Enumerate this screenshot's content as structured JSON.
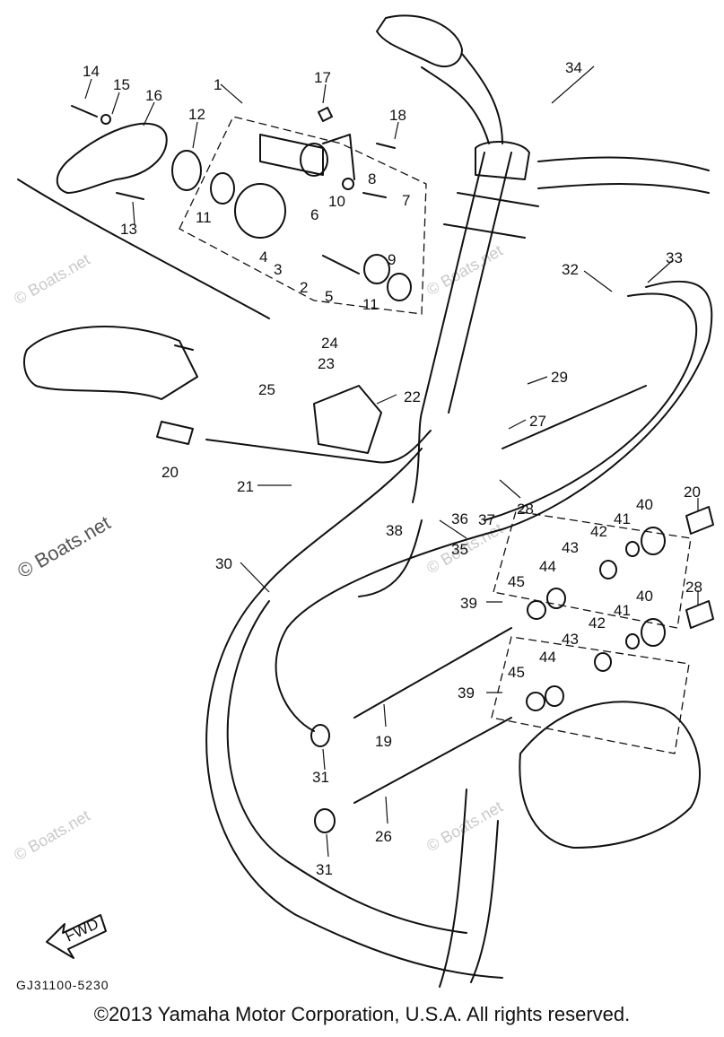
{
  "labels": {
    "p1": "1",
    "p2": "2",
    "p3": "3",
    "p4": "4",
    "p5": "5",
    "p6": "6",
    "p7": "7",
    "p8": "8",
    "p9": "9",
    "p10": "10",
    "p11a": "11",
    "p11b": "11",
    "p12": "12",
    "p13": "13",
    "p14": "14",
    "p15": "15",
    "p16": "16",
    "p17": "17",
    "p18": "18",
    "p19": "19",
    "p20a": "20",
    "p20b": "20",
    "p21": "21",
    "p22": "22",
    "p23": "23",
    "p24": "24",
    "p25": "25",
    "p26": "26",
    "p27": "27",
    "p28a": "28",
    "p28b": "28",
    "p29": "29",
    "p30": "30",
    "p31a": "31",
    "p31b": "31",
    "p32": "32",
    "p33": "33",
    "p34": "34",
    "p35": "35",
    "p36": "36",
    "p37": "37",
    "p38": "38",
    "p39a": "39",
    "p39b": "39",
    "p40a": "40",
    "p40b": "40",
    "p41a": "41",
    "p41b": "41",
    "p42a": "42",
    "p42b": "42",
    "p43a": "43",
    "p43b": "43",
    "p44a": "44",
    "p44b": "44",
    "p45a": "45",
    "p45b": "45"
  },
  "fwd_label": "FWD",
  "drawing_code": "GJ31100-5230",
  "watermark": "© Boats.net",
  "copyright": "©2013 Yamaha Motor Corporation, U.S.A. All rights reserved."
}
